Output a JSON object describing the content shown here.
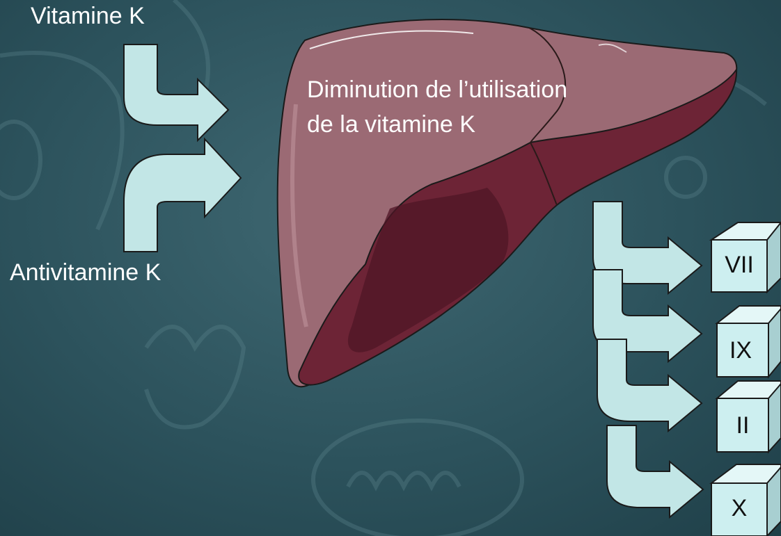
{
  "inputs": {
    "vitamin_label": "Vitamine K",
    "antivitamin_label": "Antivitamine K"
  },
  "liver": {
    "effect_line1": "Diminution de l’utilisation",
    "effect_line2": "de la vitamine K"
  },
  "factors": [
    "VII",
    "IX",
    "II",
    "X"
  ],
  "colors": {
    "arrow_fill": "#c2e6e6",
    "cube_front": "#cdeff0",
    "cube_top": "#e4f7f7",
    "cube_side": "#a8cfd1",
    "liver_main": "#9b6a74",
    "liver_dark": "#6d2436",
    "liver_darkest": "#4f1526"
  }
}
